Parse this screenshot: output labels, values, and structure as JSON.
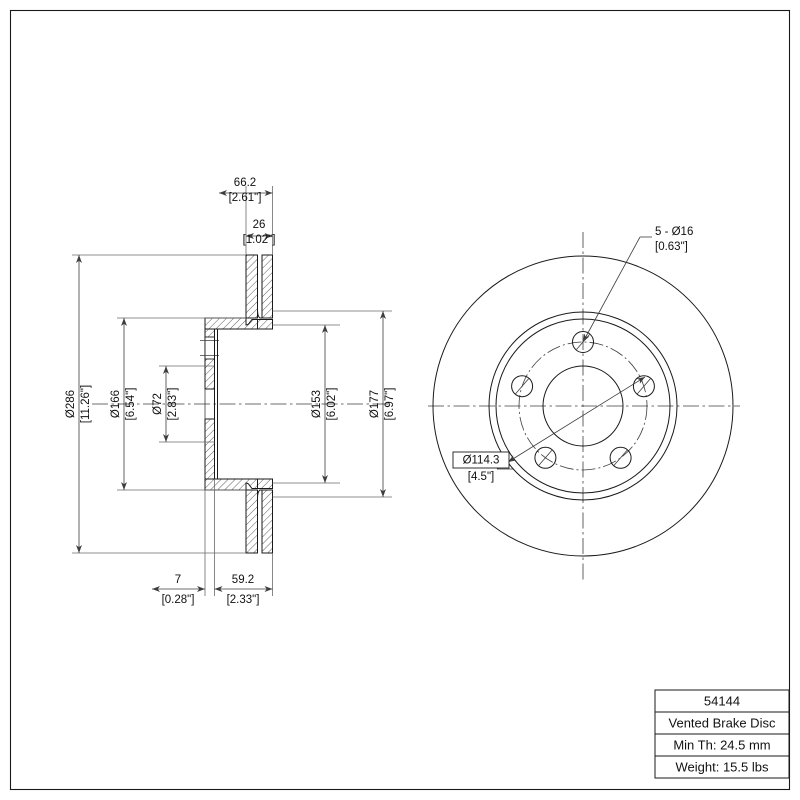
{
  "drawing": {
    "title_block": {
      "part_number": "54144",
      "description": "Vented Brake Disc",
      "min_thickness": "Min Th: 24.5 mm",
      "weight": "Weight: 15.5 lbs"
    },
    "section_view": {
      "name": "section-view",
      "dimensions": {
        "overall_width": {
          "metric": "66.2",
          "imperial": "[2.61\"]"
        },
        "disc_thickness": {
          "metric": "26",
          "imperial": "[1.02\"]"
        },
        "outer_diameter": {
          "metric": "Ø286",
          "imperial": "[11.26\"]"
        },
        "hat_diameter": {
          "metric": "Ø166",
          "imperial": "[6.54\"]"
        },
        "center_bore": {
          "metric": "Ø72",
          "imperial": "[2.83\"]"
        },
        "inner_ring_diameter": {
          "metric": "Ø153",
          "imperial": "[6.02\"]"
        },
        "mid_diameter": {
          "metric": "Ø177",
          "imperial": "[6.97\"]"
        },
        "flange_thickness": {
          "metric": "7",
          "imperial": "[0.28\"]"
        },
        "hat_depth": {
          "metric": "59.2",
          "imperial": "[2.33\"]"
        }
      }
    },
    "front_view": {
      "name": "front-view",
      "notes": {
        "bolt_holes": {
          "line1": "5 - Ø16",
          "line2": "[0.63\"]"
        },
        "bolt_circle": {
          "metric": "Ø114.3",
          "imperial": "[4.5\"]"
        }
      },
      "bolt_hole_count": 5
    },
    "colors": {
      "line": "#1a1a1a",
      "dimension": "#3d3d3d",
      "extension": "#6a6a6a",
      "background": "#ffffff"
    }
  }
}
